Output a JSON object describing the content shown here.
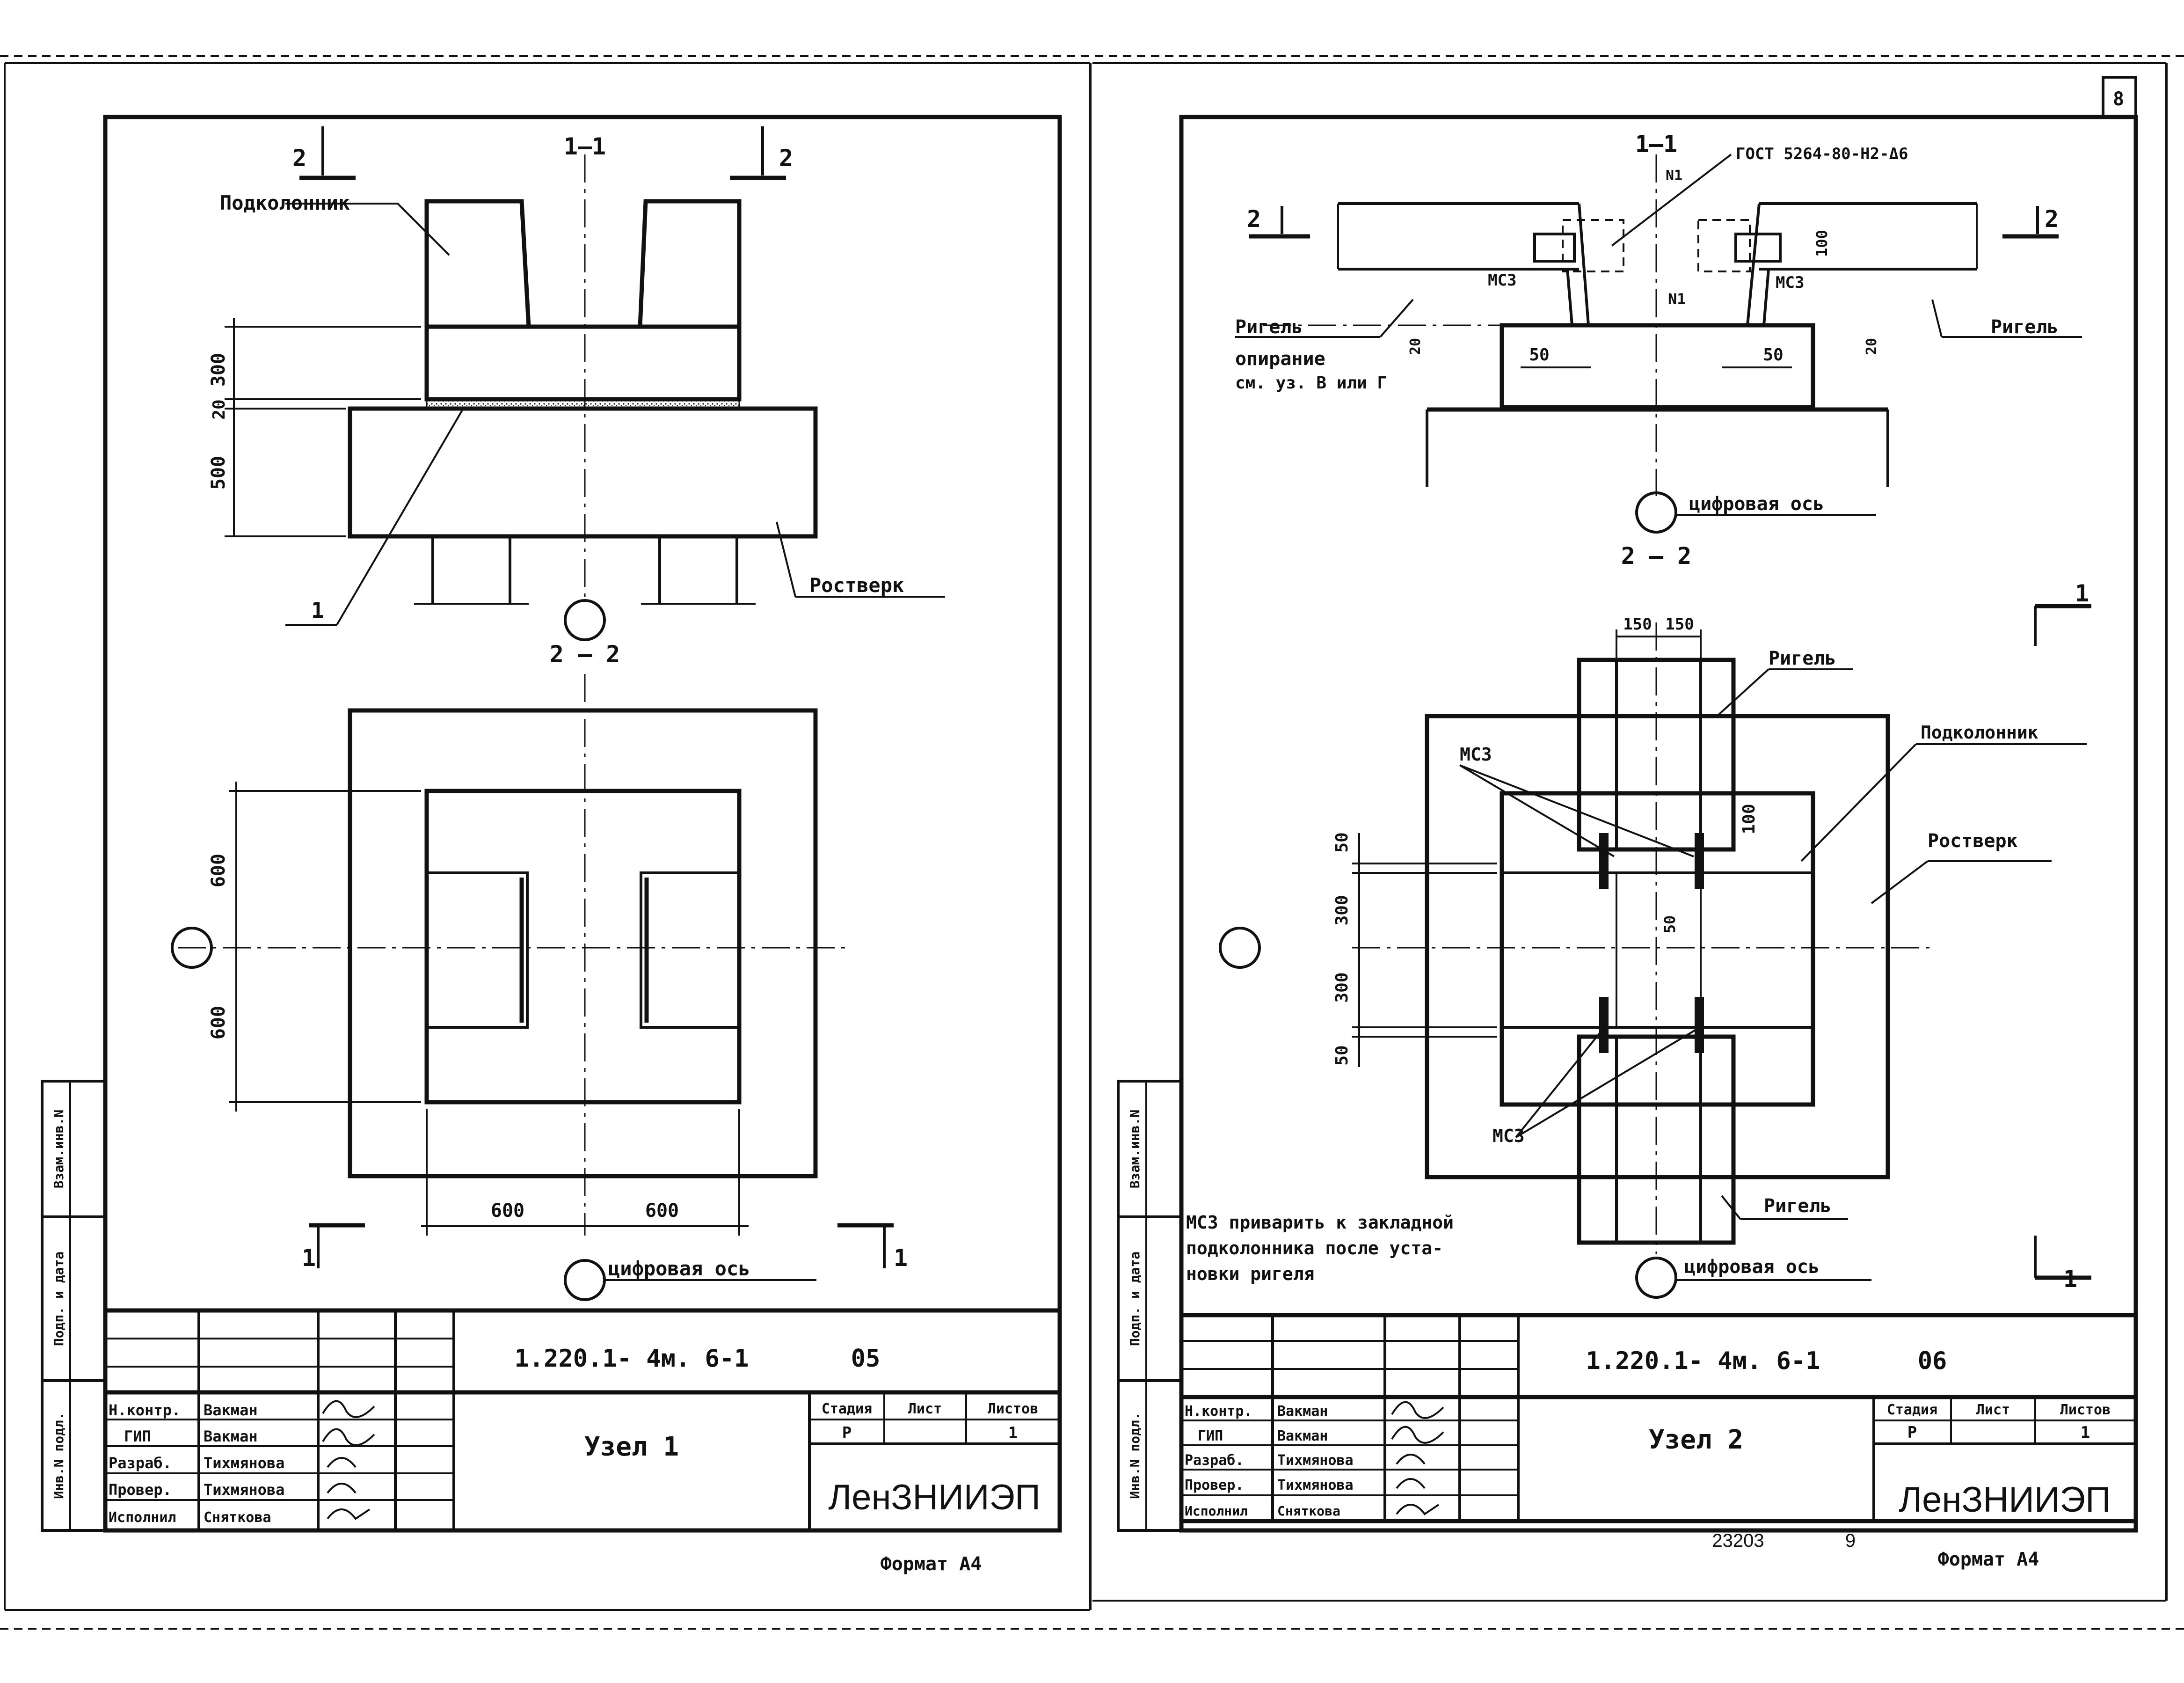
{
  "corner_mark": "8",
  "left_sheet": {
    "section_1_1": "1—1",
    "section_2_2": "2 — 2",
    "label_podkolonnik": "Подколонник",
    "label_rostverk": "Ростверк",
    "label_1": "1",
    "cut_2_left": "2",
    "cut_2_right": "2",
    "cut_1_left": "1",
    "cut_1_right": "1",
    "dim_300": "300",
    "dim_20": "20",
    "dim_500": "500",
    "dim_600_top": "600",
    "dim_600_bottom": "600",
    "dim_600_left": "600",
    "dim_600_right": "600",
    "axis_label": "цифровая ось",
    "doc_code": "1.220.1- 4м. 6-1",
    "doc_index": "05",
    "title": "Узел 1",
    "stage_hdr": "Стадия",
    "sheet_hdr": "Лист",
    "sheets_hdr": "Листов",
    "stage": "Р",
    "sheets": "1",
    "org": "ЛенЗНИИЭП",
    "format": "Формат А4",
    "side_stamp_1": "Взам.инв.N",
    "side_stamp_2": "Подп. и дата",
    "side_stamp_3": "Инв.N подл.",
    "signers": [
      {
        "role": "Н.контр.",
        "name": "Вакман"
      },
      {
        "role": "ГИП",
        "name": "Вакман"
      },
      {
        "role": "Разраб.",
        "name": "Тихмянова"
      },
      {
        "role": "Провер.",
        "name": "Тихмянова"
      },
      {
        "role": "Исполнил",
        "name": "Сняткова"
      }
    ]
  },
  "right_sheet": {
    "section_1_1": "1—1",
    "section_2_2": "2 — 2",
    "gost_note": "ГОСТ 5264-80-Н2-Δ6",
    "n1_top": "N1",
    "n1_mid": "N1",
    "label_mc3_a": "МС3",
    "label_mc3_b": "МС3",
    "label_mc3_c": "МС3",
    "label_mc3_d": "МС3",
    "label_rigel_left": "Ригель",
    "label_rigel_right": "Ригель",
    "label_rigel_top": "Ригель",
    "label_rigel_bottom": "Ригель",
    "label_podkolonnik": "Подколонник",
    "label_rostverk": "Ростверк",
    "opiranie": "опирание",
    "opiranie_ref": "см. уз. В или Г",
    "dim_100_top": "100",
    "dim_100_plan": "100",
    "dim_50_l": "50",
    "dim_50_r": "50",
    "dim_20_l": "20",
    "dim_20_r": "20",
    "dim_150_a": "150",
    "dim_150_b": "150",
    "dim_50_a": "50",
    "dim_300_a": "300",
    "dim_300_b": "300",
    "dim_50_b": "50",
    "dim_50_gap": "50",
    "cut_2_left": "2",
    "cut_2_right": "2",
    "cut_1_top": "1",
    "cut_1_bottom": "1",
    "note_1": "МС3 приварить к закладной",
    "note_2": "подколонника после уста-",
    "note_3": "новки ригеля",
    "axis_label_top": "цифровая ось",
    "axis_label_bottom": "цифровая ось",
    "doc_code": "1.220.1- 4м. 6-1",
    "doc_index": "06",
    "title": "Узел 2",
    "stage_hdr": "Стадия",
    "sheet_hdr": "Лист",
    "sheets_hdr": "Листов",
    "stage": "Р",
    "sheets": "1",
    "org": "ЛенЗНИИЭП",
    "format": "Формат А4",
    "archive_no": "23203",
    "page_no": "9",
    "side_stamp_1": "Взам.инв.N",
    "side_stamp_2": "Подп. и дата",
    "side_stamp_3": "Инв.N подл.",
    "signers": [
      {
        "role": "Н.контр.",
        "name": "Вакман"
      },
      {
        "role": "ГИП",
        "name": "Вакман"
      },
      {
        "role": "Разраб.",
        "name": "Тихмянова"
      },
      {
        "role": "Провер.",
        "name": "Тихмянова"
      },
      {
        "role": "Исполнил",
        "name": "Сняткова"
      }
    ]
  }
}
